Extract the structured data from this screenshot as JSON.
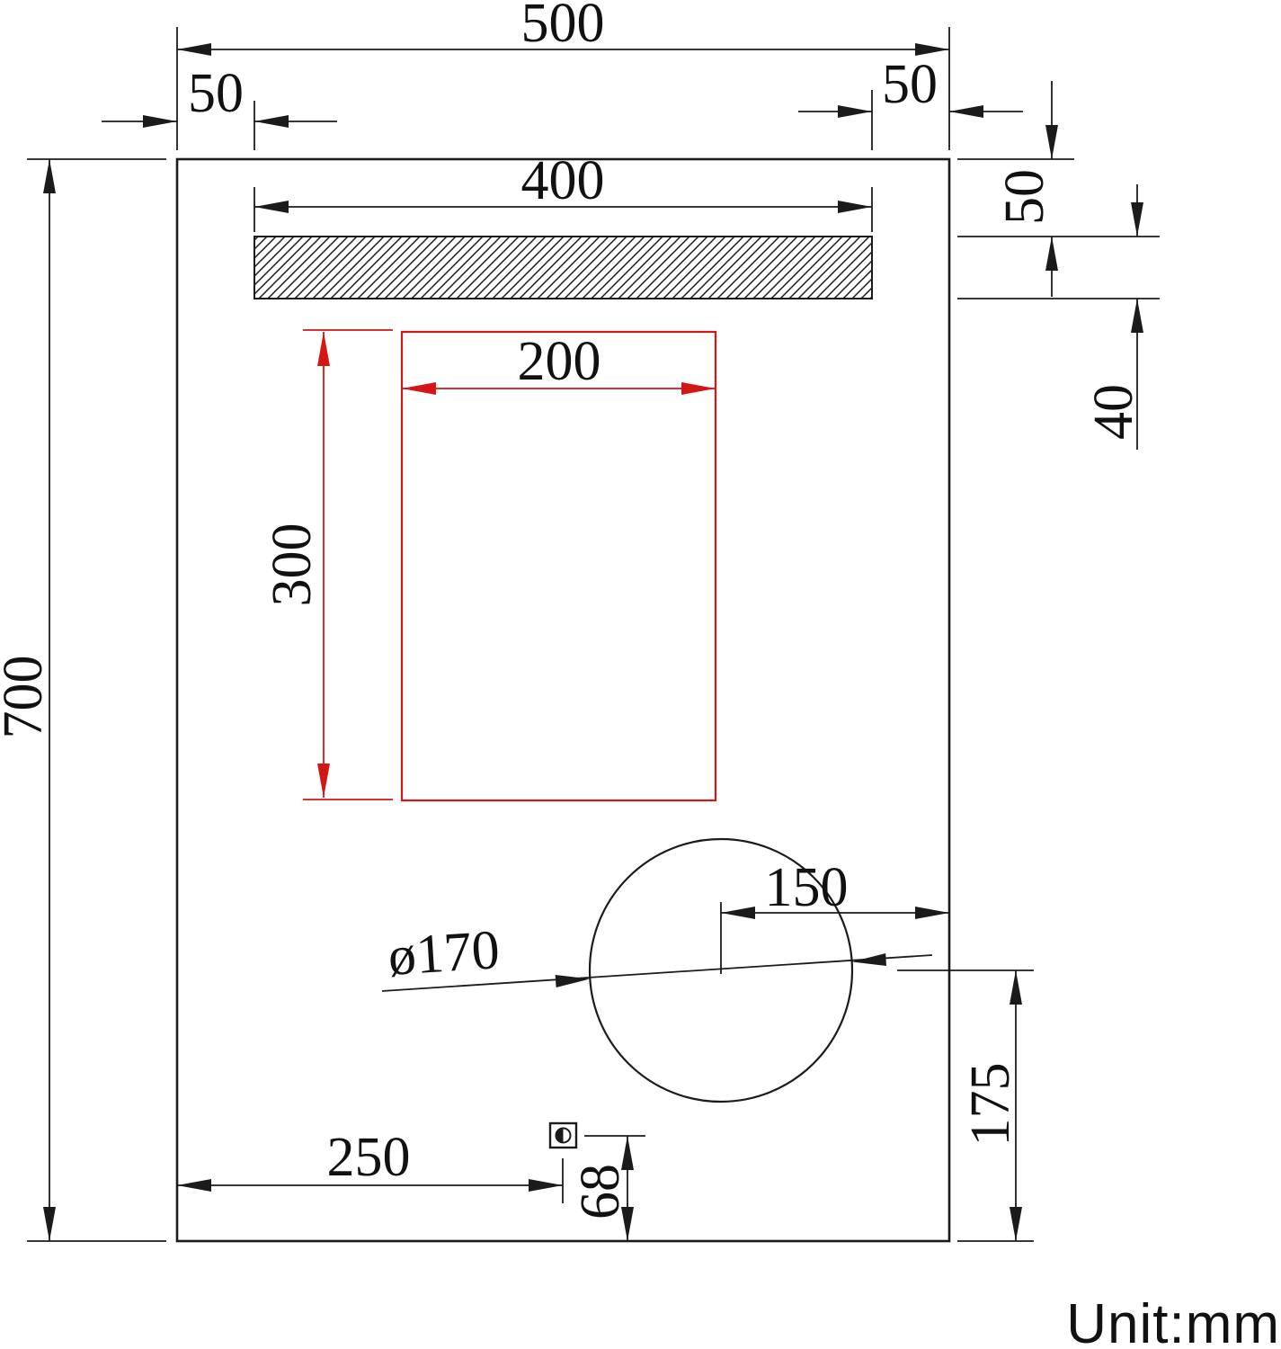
{
  "page": {
    "unit_label": "Unit:mm"
  },
  "colors": {
    "line": "#1b1b1b",
    "accent_red": "#d31616"
  },
  "labels": {
    "overall_width": "500",
    "overall_height": "700",
    "strip_left_offset": "50",
    "strip_right_offset": "50",
    "strip_width": "400",
    "strip_top_gap": "50",
    "strip_height": "40",
    "pad_width": "200",
    "pad_height": "300",
    "hole_offset_right": "150",
    "hole_diameter": "ø170",
    "hole_offset_bottom": "175",
    "sensor_offset_left": "250",
    "sensor_offset_bottom": "68"
  },
  "icons": {
    "touch_sensor": "half-filled-circle-in-square"
  }
}
